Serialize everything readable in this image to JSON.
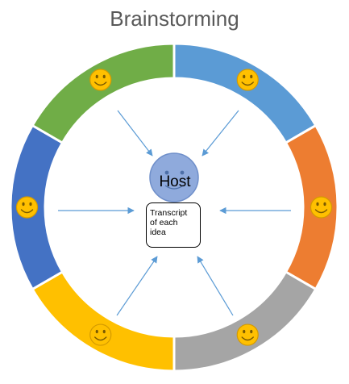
{
  "title": "Brainstorming",
  "host": {
    "label": "Host",
    "color": "#8faadc",
    "stroke": "#6f8fca"
  },
  "transcript": {
    "lines": [
      "Transcript",
      "of each",
      "idea"
    ]
  },
  "ring": {
    "gap_color": "#ffffff",
    "segments": [
      {
        "name": "top-right",
        "color": "#5b9bd5",
        "participant": "smiley-icon"
      },
      {
        "name": "right",
        "color": "#ed7d31",
        "participant": "smiley-icon"
      },
      {
        "name": "bottom-right",
        "color": "#a5a5a5",
        "participant": "smiley-icon"
      },
      {
        "name": "bottom-left",
        "color": "#ffc000",
        "participant": "smiley-icon"
      },
      {
        "name": "left",
        "color": "#4472c4",
        "participant": "smiley-icon"
      },
      {
        "name": "top-left",
        "color": "#70ad47",
        "participant": "smiley-icon"
      }
    ]
  },
  "smiley": {
    "face_color": "#ffc000",
    "outline_color": "#d49a00",
    "feature_color": "#7a5a00"
  },
  "arrow_color": "#5b9bd5"
}
